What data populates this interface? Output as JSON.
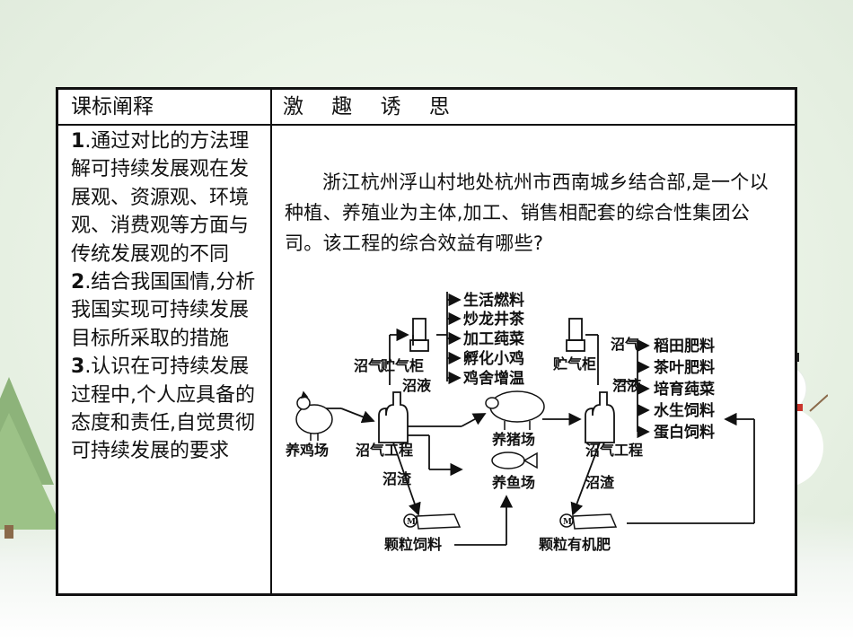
{
  "table": {
    "header_left": "课标阐释",
    "header_right": "激 趣 诱 思",
    "objectives": [
      {
        "num": "1",
        "text": ".通过对比的方法理解可持续发展观在发展观、资源观、环境观、消费观等方面与传统发展观的不同"
      },
      {
        "num": "2",
        "text": ".结合我国国情,分析我国实现可持续发展目标所采取的措施"
      },
      {
        "num": "3",
        "text": ".认识在可持续发展过程中,个人应具备的态度和责任,自觉贯彻可持续发展的要求"
      }
    ],
    "intro": "浙江杭州浮山村地处杭州市西南城乡结合部,是一个以种植、养殖业为主体,加工、销售相配套的综合性集团公司。该工程的综合效益有哪些?"
  },
  "diagram": {
    "products_left": [
      "生活燃料",
      "炒龙井茶",
      "加工莼菜",
      "孵化小鸡",
      "鸡舍增温"
    ],
    "products_right": [
      "稻田肥料",
      "茶叶肥料",
      "培育莼菜",
      "水生饲料",
      "蛋白饲料"
    ],
    "chicken_farm": "养鸡场",
    "biogas_project_left": "沼气工程",
    "biogas_project_right": "沼气工程",
    "gas_label_left": "沼气",
    "gas_label_right": "沼气",
    "tank_label_left": "贮气柜",
    "tank_label_right": "贮气柜",
    "liquid_label_left": "沼液",
    "liquid_label_right": "沼液",
    "residue_label_left": "沼渣",
    "residue_label_right": "沼渣",
    "pig_farm": "养猪场",
    "fish_farm": "养鱼场",
    "feed_pellets": "颗粒饲料",
    "organic_fertilizer": "颗粒有机肥",
    "machine_symbol": "M"
  }
}
